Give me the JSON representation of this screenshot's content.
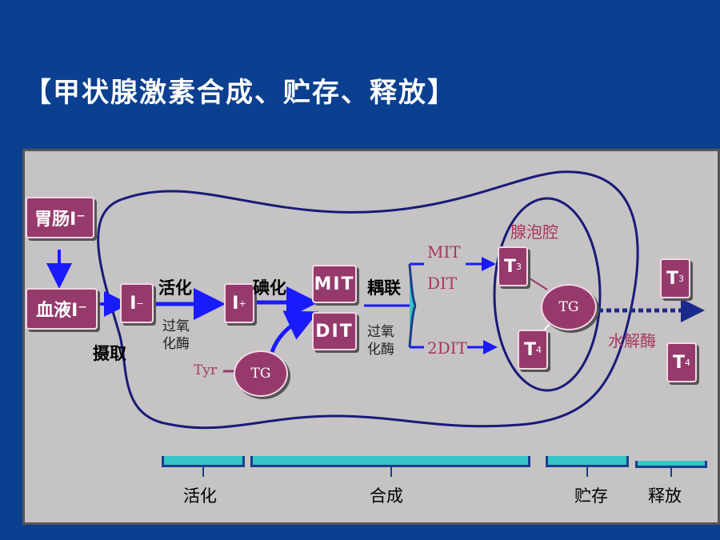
{
  "title": "【甲状腺激素合成、贮存、释放】",
  "labels": {
    "gut": "胃肠I⁻",
    "blood": "血液I⁻",
    "iodide": "I",
    "iodide_sup": "−",
    "iodine": "I",
    "iodine_sup": "+",
    "uptake": "摄取",
    "activation": "活化",
    "peroxidase_1": "过氧\n化酶",
    "iodination": "碘化",
    "mit": "MIT",
    "dit": "DIT",
    "coupling": "耦联",
    "peroxidase_2": "过氧\n化酶",
    "tyr": "Tyr",
    "tg_left": "TG",
    "mit_out": "MIT",
    "dit_out": "DIT",
    "dit2_out": "2DIT",
    "lumen": "腺泡腔",
    "t3_in": "T",
    "t3_in_sub": "3",
    "t4_in": "T",
    "t4_in_sub": "4",
    "tg_right": "TG",
    "hydrolase": "水解酶",
    "t3_out": "T",
    "t3_out_sub": "3",
    "t4_out": "T",
    "t4_out_sub": "4"
  },
  "stages": [
    "活化",
    "合成",
    "贮存",
    "释放"
  ],
  "colors": {
    "background": "#0b3f8f",
    "panel": "#c5c3c3",
    "box": "#963a6c",
    "arrow": "#1a1aff",
    "outline": "#1a1a7a",
    "bracket": "#36c4c7",
    "accent_text": "#a6375f"
  }
}
